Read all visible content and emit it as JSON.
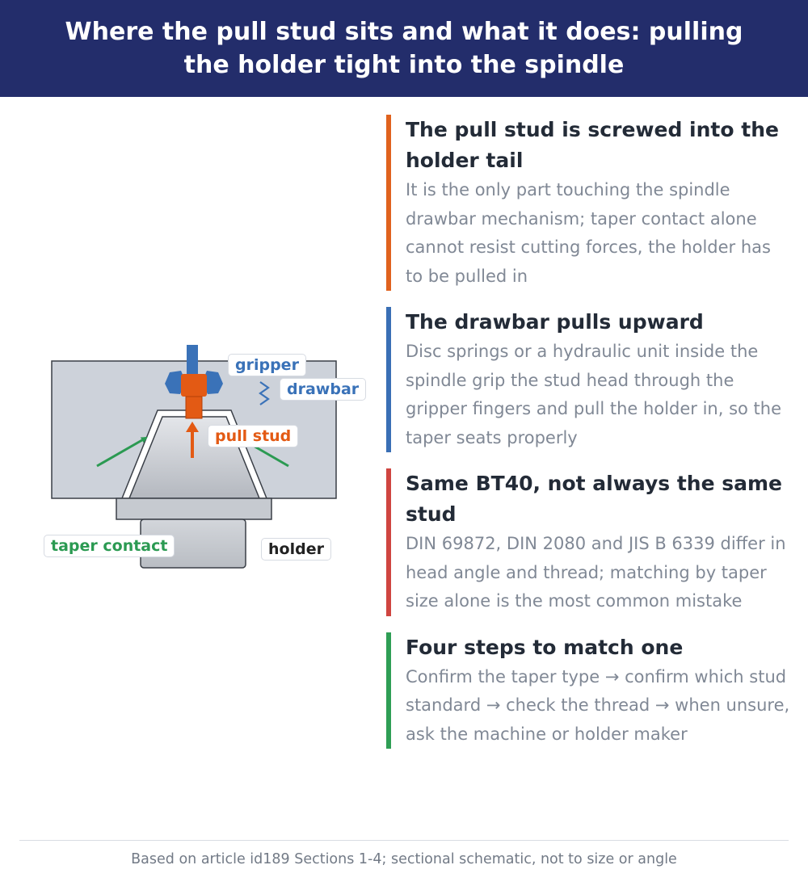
{
  "title": "Where the pull stud sits and what it does: pulling the holder tight into the spindle",
  "diagram": {
    "labels": {
      "gripper": "gripper",
      "drawbar": "drawbar",
      "pull_stud": "pull stud",
      "taper_contact": "taper contact",
      "holder": "holder"
    },
    "colors": {
      "gripper": "#3a72b8",
      "pull_stud": "#e35a14",
      "taper_contact": "#2b9a52",
      "holder": "#222222",
      "spindle_body": "#cdd2da",
      "holder_body": "#c8ccd2"
    }
  },
  "cards": [
    {
      "title": "The pull stud is screwed into the holder tail",
      "body": "It is the only part touching the spindle drawbar mechanism; taper contact alone cannot resist cutting forces, the holder has to be pulled in",
      "color": "#e0621e"
    },
    {
      "title": "The drawbar pulls upward",
      "body": "Disc springs or a hydraulic unit inside the spindle grip the stud head through the gripper fingers and pull the holder in, so the taper seats properly",
      "color": "#3a6fb5"
    },
    {
      "title": "Same BT40, not always the same stud",
      "body": "DIN 69872, DIN 2080 and JIS B 6339 differ in head angle and thread; matching by taper size alone is the most common mistake",
      "color": "#cf4540"
    },
    {
      "title": "Four steps to match one",
      "body": "Confirm the taper type → confirm which stud standard → check the thread → when unsure, ask the machine or holder maker",
      "color": "#2f9e55"
    }
  ],
  "footer": "Based on article id189 Sections 1-4; sectional schematic, not to size or angle"
}
